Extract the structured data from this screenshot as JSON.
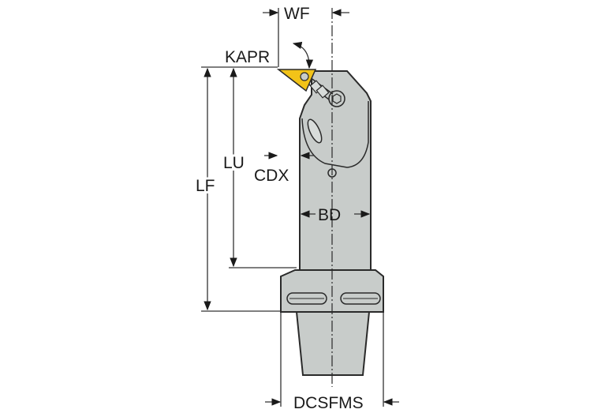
{
  "diagram": {
    "type": "boring-bar-tool-holder-dimension-drawing",
    "colors": {
      "body_fill": "#c8ccca",
      "body_stroke": "#2a2a2a",
      "insert_fill": "#f2c318",
      "dimension_line": "#333333",
      "background": "#ffffff"
    },
    "labels": {
      "wf": "WF",
      "kapr": "KAPR",
      "lu": "LU",
      "lf": "LF",
      "cdx": "CDX",
      "bd": "BD",
      "dcsfms": "DCSFMS"
    }
  }
}
